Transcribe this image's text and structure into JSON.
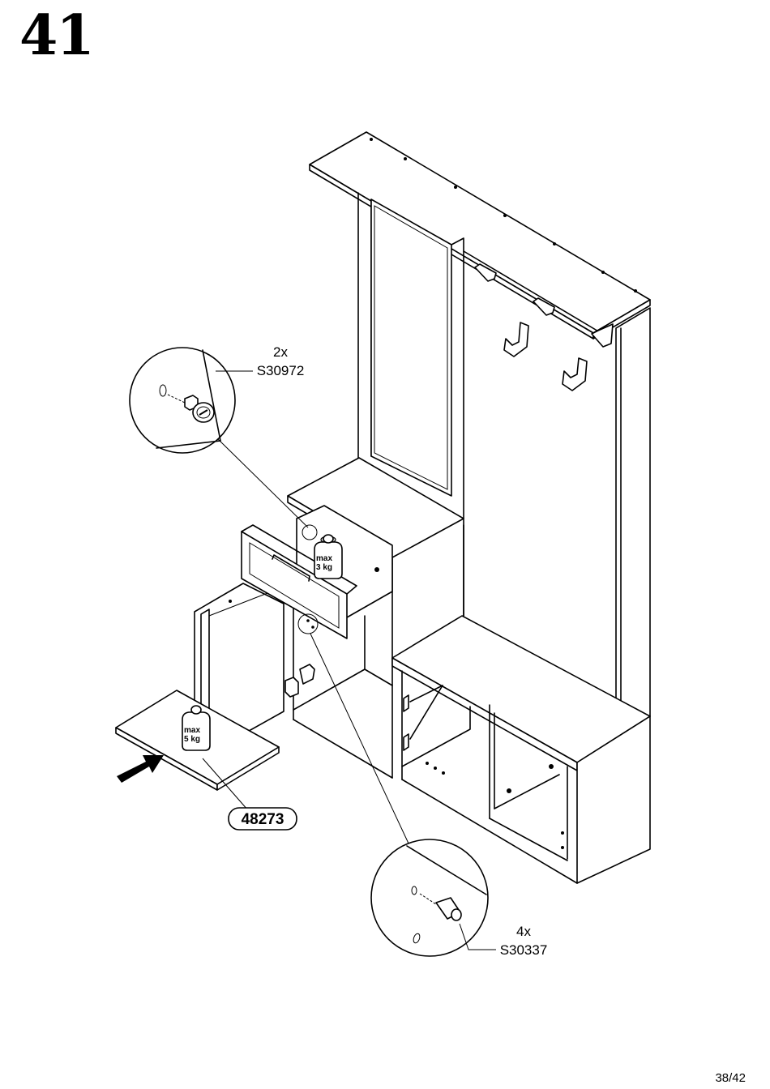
{
  "step": {
    "number": "41"
  },
  "page": {
    "number": "38/42"
  },
  "callouts": {
    "cam_lock": {
      "quantity": "2x",
      "code": "S30972"
    },
    "dowel": {
      "quantity": "4x",
      "code": "S30337"
    }
  },
  "weights": {
    "drawer": {
      "line1": "max",
      "line2": "3 kg"
    },
    "shelf": {
      "line1": "max",
      "line2": "5 kg"
    }
  },
  "part": {
    "code": "48273"
  }
}
